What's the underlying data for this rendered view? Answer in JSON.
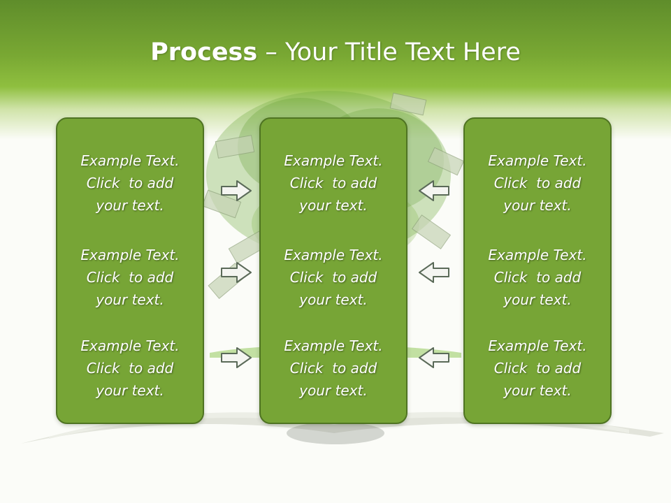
{
  "slide": {
    "title": {
      "bold": "Process",
      "rest": " – Your Title Text Here"
    },
    "columns": [
      {
        "blocks": [
          {
            "line1": "Example Text.",
            "line2": "Click  to add",
            "line3": "your text."
          },
          {
            "line1": "Example Text.",
            "line2": "Click  to add",
            "line3": "your text."
          },
          {
            "line1": "Example Text.",
            "line2": "Click  to add",
            "line3": "your text."
          }
        ]
      },
      {
        "blocks": [
          {
            "line1": "Example Text.",
            "line2": "Click  to add",
            "line3": "your text."
          },
          {
            "line1": "Example Text.",
            "line2": "Click  to add",
            "line3": "your text."
          },
          {
            "line1": "Example Text.",
            "line2": "Click  to add",
            "line3": "your text."
          }
        ]
      },
      {
        "blocks": [
          {
            "line1": "Example Text.",
            "line2": "Click  to add",
            "line3": "your text."
          },
          {
            "line1": "Example Text.",
            "line2": "Click  to add",
            "line3": "your text."
          },
          {
            "line1": "Example Text.",
            "line2": "Click  to add",
            "line3": "your text."
          }
        ]
      }
    ],
    "arrows": {
      "left_group": "right-arrow-icon",
      "right_group": "left-arrow-icon"
    },
    "colors": {
      "header_dark": "#5f8d2b",
      "header_light": "#8fbf3f",
      "panel_fill": "#77a536",
      "panel_border": "#4f7422",
      "text": "#ffffff"
    }
  }
}
